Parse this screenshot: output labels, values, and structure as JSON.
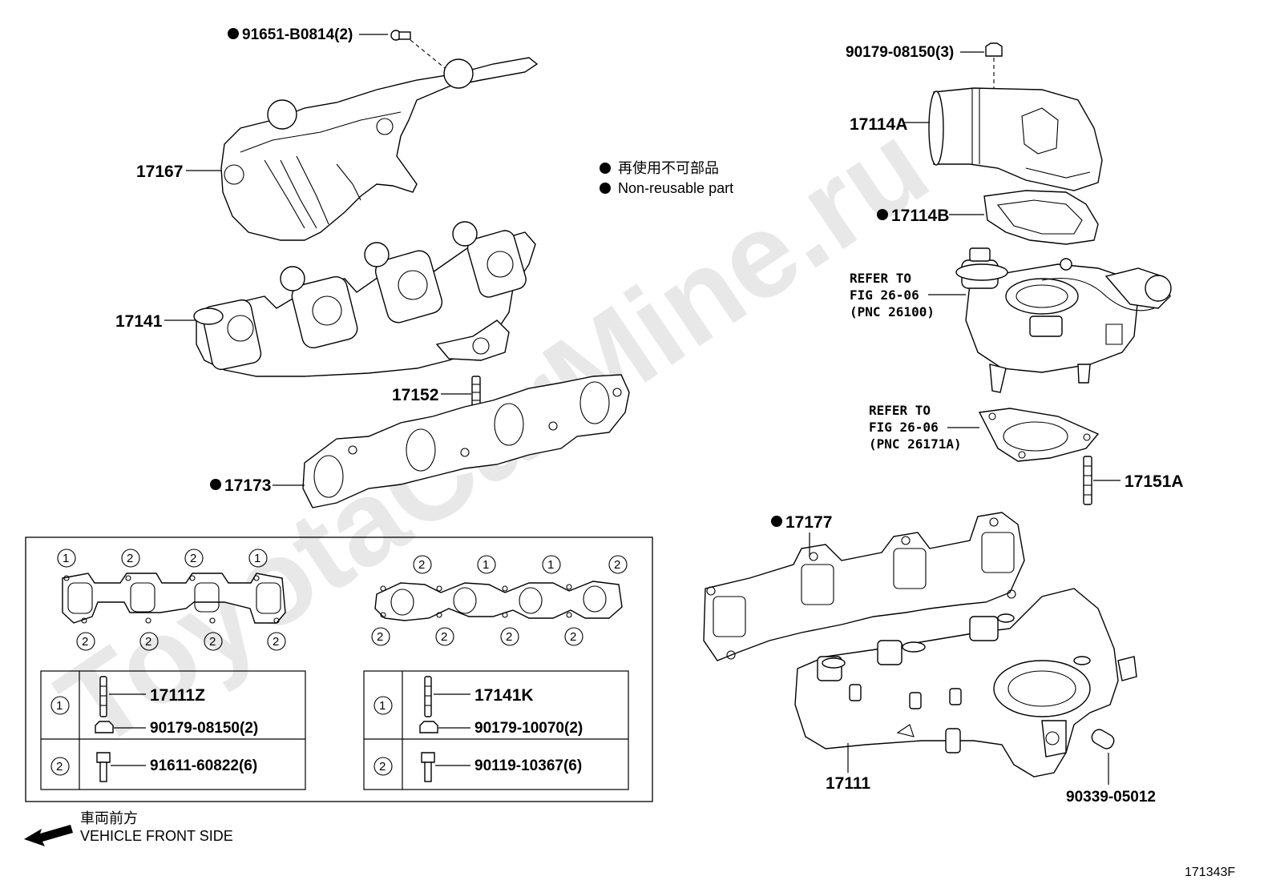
{
  "watermark": "ToyotaCarMine.ru",
  "legend": {
    "jp": "再使用不可部品",
    "en": "Non-reusable part"
  },
  "parts": {
    "p91651": "91651-B0814(2)",
    "p17167": "17167",
    "p17141": "17141",
    "p17152": "17152",
    "p17173": "17173",
    "p90179a": "90179-08150(3)",
    "p17114A": "17114A",
    "p17114B": "17114B",
    "p17151A": "17151A",
    "p17177": "17177",
    "p17111": "17111",
    "p90339": "90339-05012"
  },
  "refs": {
    "ref1": {
      "line1": "REFER TO",
      "line2": "FIG 26-06",
      "line3": "(PNC 26100)"
    },
    "ref2": {
      "line1": "REFER TO",
      "line2": "FIG 26-06",
      "line3": "(PNC 26171A)"
    }
  },
  "gasket_detail": {
    "left_top": [
      "1",
      "2",
      "2",
      "1"
    ],
    "left_bottom": [
      "2",
      "2",
      "2",
      "2"
    ],
    "right_top": [
      "2",
      "1",
      "1",
      "2"
    ],
    "right_bottom": [
      "2",
      "2",
      "2",
      "2"
    ]
  },
  "table_left": {
    "row1": {
      "num": "1",
      "stud": "17111Z",
      "nut": "90179-08150(2)"
    },
    "row2": {
      "num": "2",
      "bolt": "91611-60822(6)"
    }
  },
  "table_right": {
    "row1": {
      "num": "1",
      "stud": "17141K",
      "nut": "90179-10070(2)"
    },
    "row2": {
      "num": "2",
      "bolt": "90119-10367(6)"
    }
  },
  "direction": {
    "jp": "車両前方",
    "en": "VEHICLE FRONT SIDE"
  },
  "figure_id": "171343F"
}
